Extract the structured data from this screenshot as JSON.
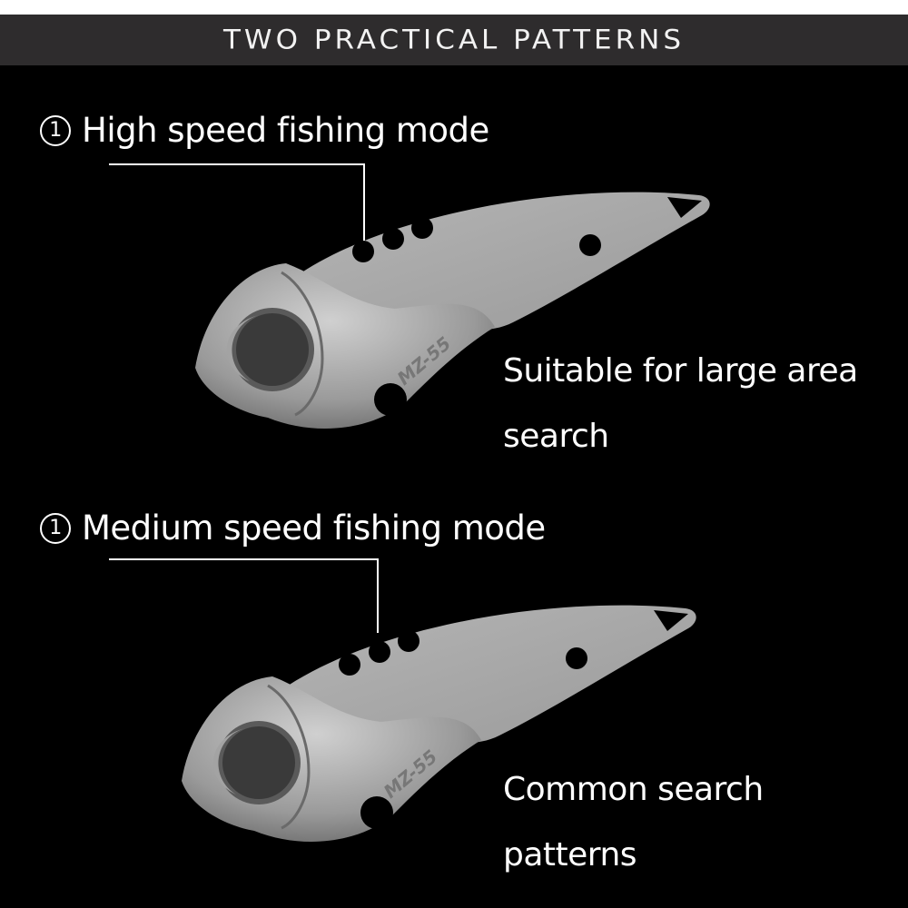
{
  "banner": {
    "title": "TWO PRACTICAL PATTERNS",
    "background": "#2e2c2d"
  },
  "patterns": [
    {
      "number": "1",
      "heading": "High speed fishing mode",
      "description_lines": [
        "Suitable for large area",
        "search"
      ],
      "lure_model": "MZ-55"
    },
    {
      "number": "1",
      "heading": "Medium speed fishing mode",
      "description_lines": [
        "Common search",
        "patterns"
      ],
      "lure_model": "MZ-55"
    }
  ],
  "icons": {
    "circled_number": "circled-digit-one"
  },
  "colors": {
    "background": "#000000",
    "text": "#ffffff",
    "lure_metal": "#a8a8a8"
  }
}
